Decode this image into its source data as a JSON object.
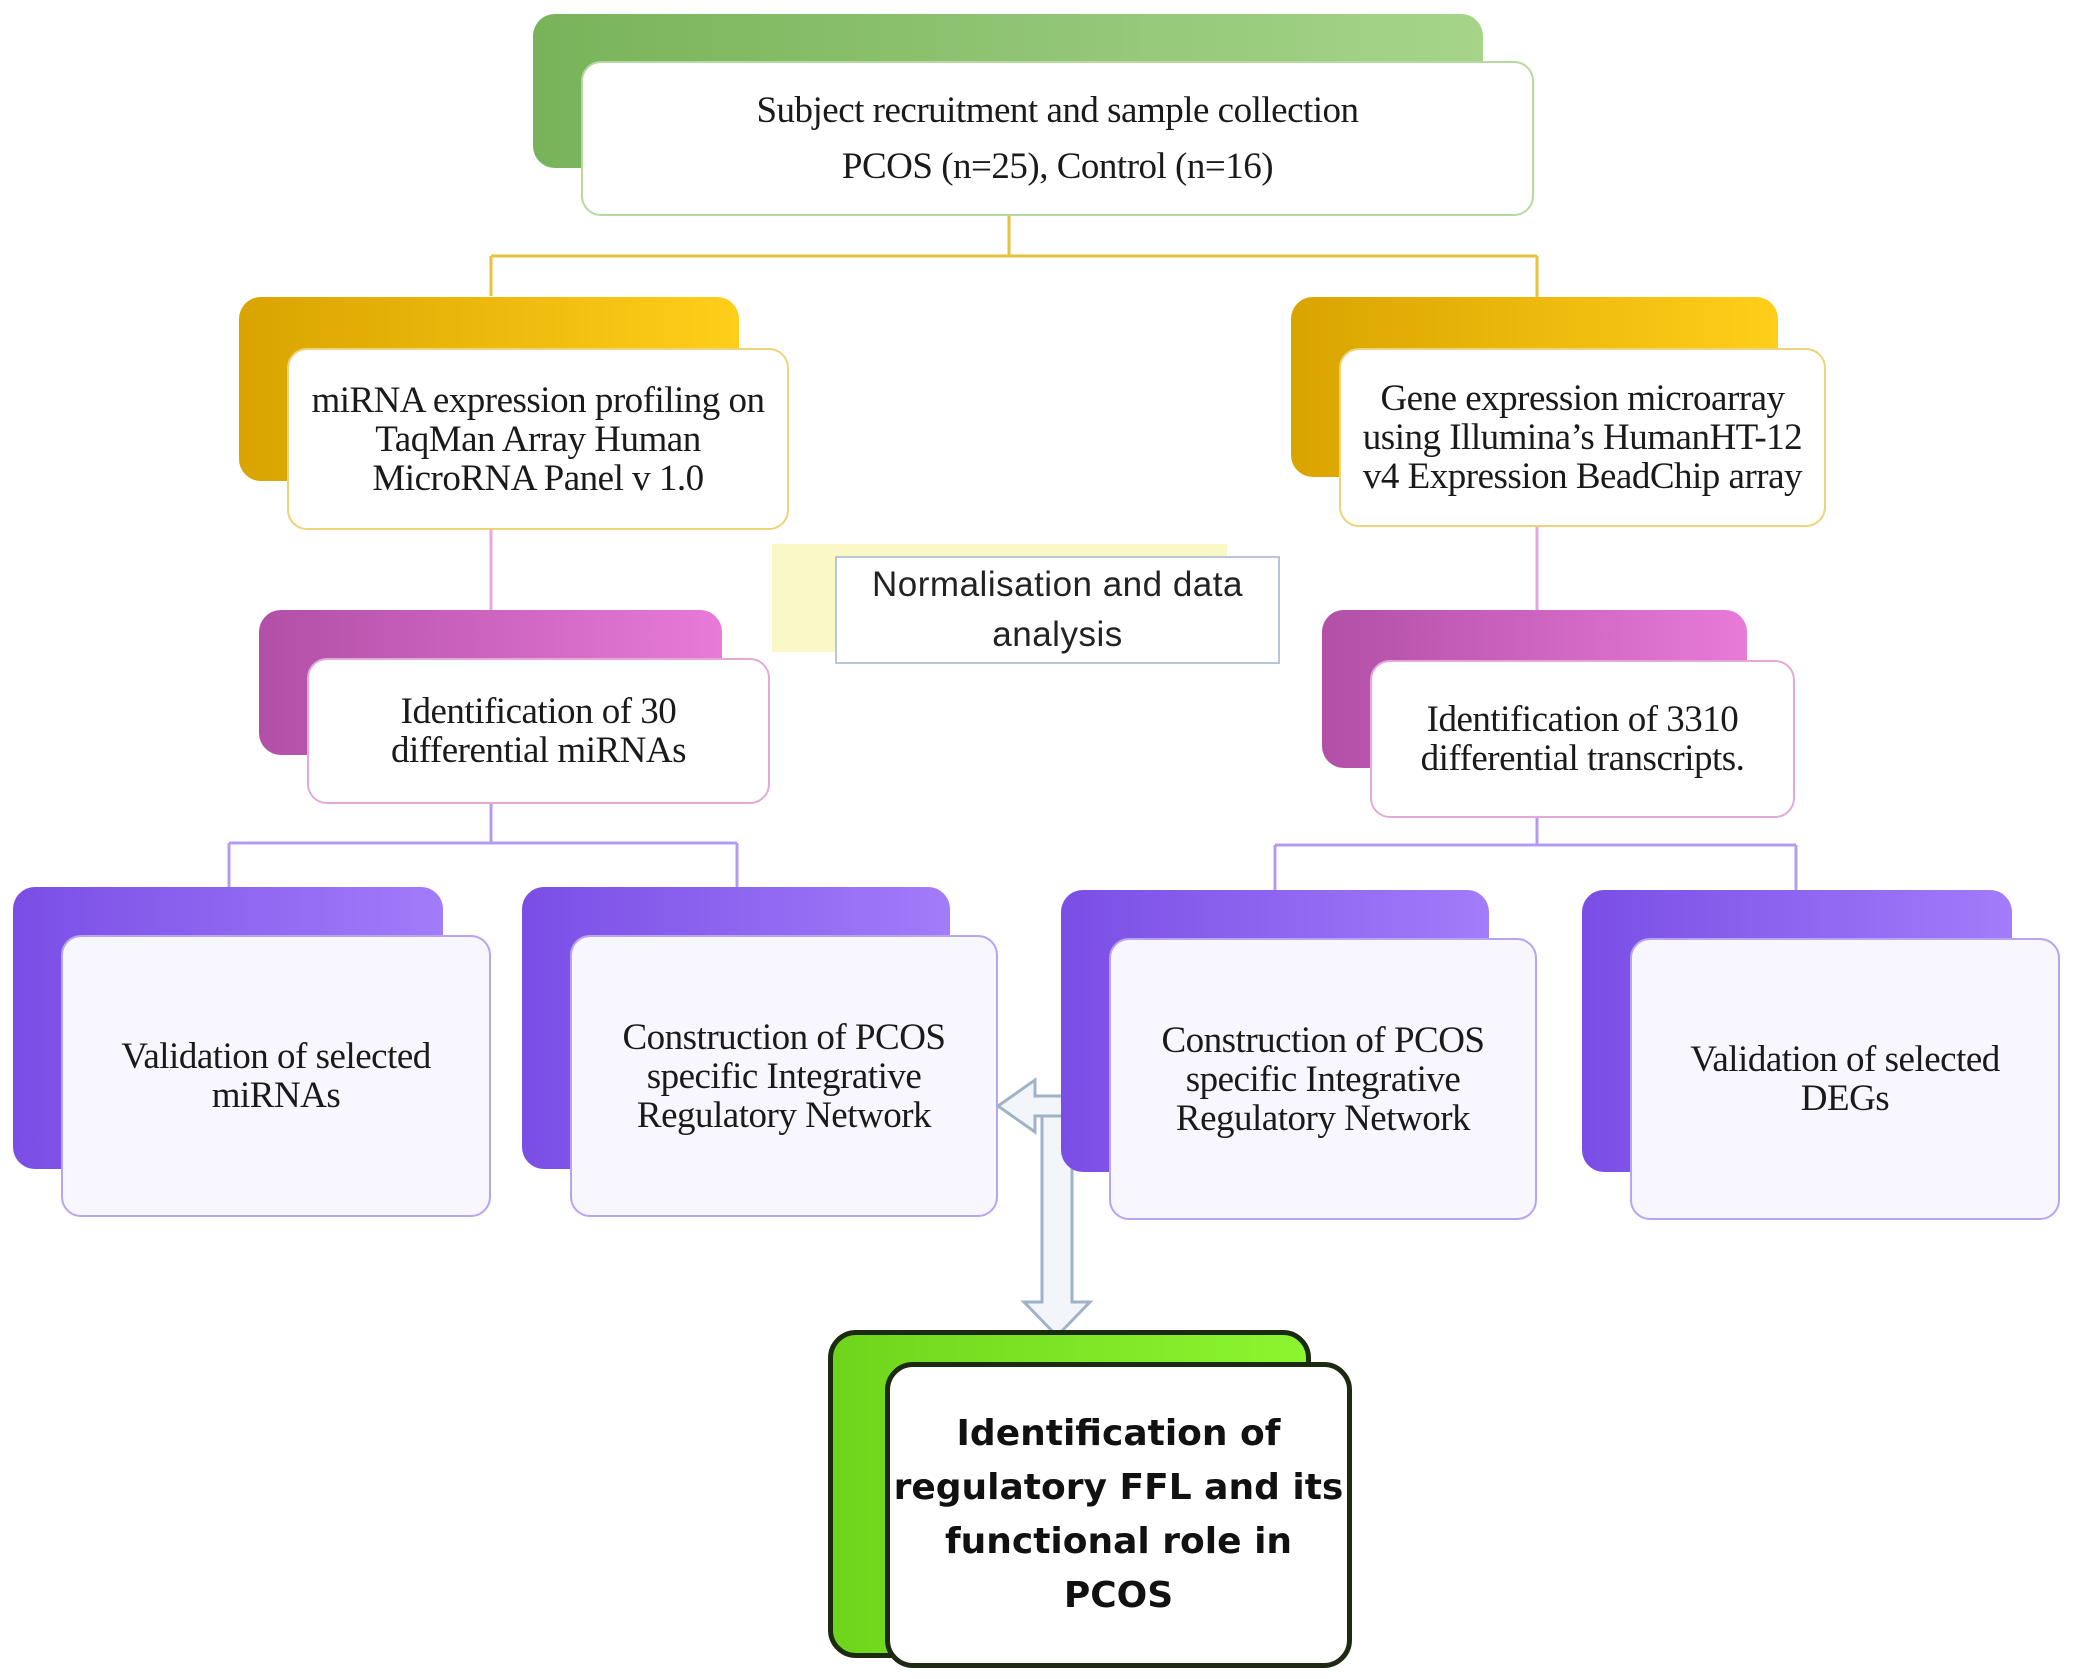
{
  "boxes": {
    "subject": [
      "Subject recruitment and sample collection",
      "PCOS (n=25), Control (n=16)"
    ],
    "mirna_profiling": [
      "miRNA expression profiling on",
      "TaqMan Array Human",
      "MicroRNA Panel v 1.0"
    ],
    "gene_microarray": [
      "Gene expression microarray",
      "using Illumina’s HumanHT-12",
      "v4 Expression BeadChip array"
    ],
    "normalisation": [
      "Normalisation and  data",
      "analysis"
    ],
    "diff_mirnas": [
      "Identification of 30",
      "differential miRNAs"
    ],
    "diff_transcripts": [
      "Identification of 3310",
      "differential transcripts."
    ],
    "validation_mirnas": [
      "Validation of selected",
      "miRNAs"
    ],
    "construction_left": [
      "Construction of PCOS",
      "specific Integrative",
      "Regulatory Network"
    ],
    "construction_right": [
      "Construction of PCOS",
      "specific Integrative",
      "Regulatory Network"
    ],
    "validation_degs": [
      "Validation of selected",
      "DEGs"
    ],
    "final": [
      "Identification  of",
      "regulatory FFL and its",
      "functional  role  in",
      "PCOS"
    ]
  },
  "colors": {
    "green": "#8cc56f",
    "gold": "#f6bf00",
    "pink": "#d665c8",
    "purple": "#8e63f2",
    "lime": "#7fe82a"
  }
}
